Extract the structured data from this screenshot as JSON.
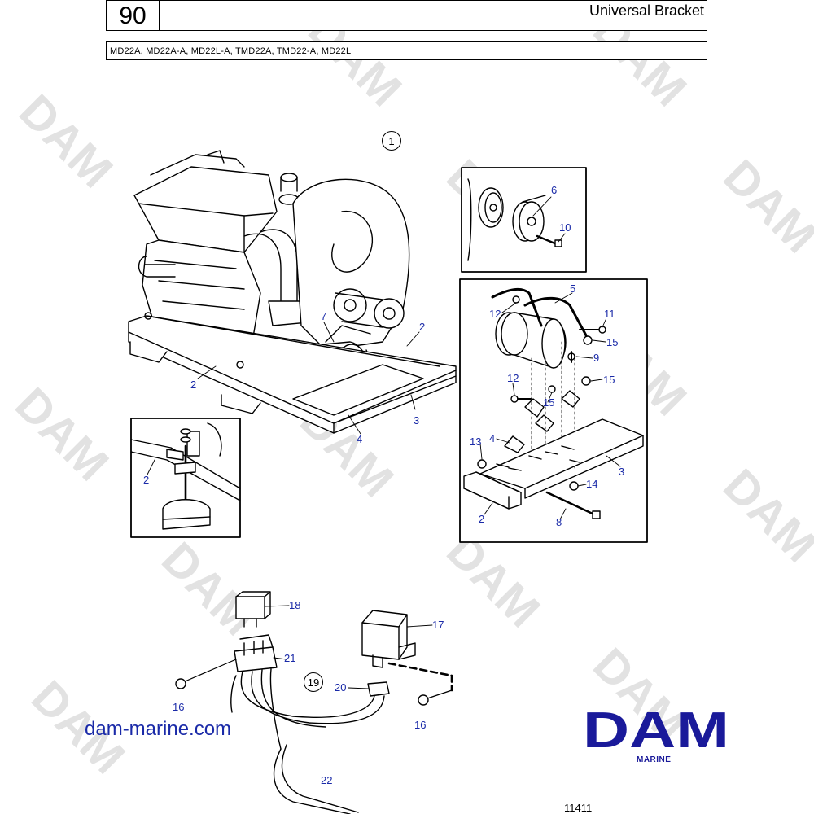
{
  "header": {
    "page_number": "90",
    "title": "Universal Bracket",
    "models": "MD22A, MD22A-A, MD22L-A, TMD22A, TMD22-A, MD22L"
  },
  "group_markers": {
    "main": "1",
    "harness": "19"
  },
  "callouts": {
    "c2a": "2",
    "c2b": "2",
    "c2c": "2",
    "c2d": "2",
    "c3a": "3",
    "c3b": "3",
    "c4a": "4",
    "c4b": "4",
    "c5": "5",
    "c6": "6",
    "c7": "7",
    "c8": "8",
    "c9": "9",
    "c10": "10",
    "c11": "11",
    "c12a": "12",
    "c12b": "12",
    "c13": "13",
    "c14": "14",
    "c15a": "15",
    "c15b": "15",
    "c15c": "15",
    "c16a": "16",
    "c16b": "16",
    "c17": "17",
    "c18": "18",
    "c20": "20",
    "c21": "21",
    "c22": "22"
  },
  "footer": {
    "website": "dam-marine.com",
    "drawing_number": "11411",
    "logo_text": "DAM",
    "logo_subtext": "MARINE"
  },
  "watermark": "DAM",
  "colors": {
    "callout": "#1a2aa8",
    "logo": "#1a1a9a",
    "watermark": "#e2e2e2"
  }
}
